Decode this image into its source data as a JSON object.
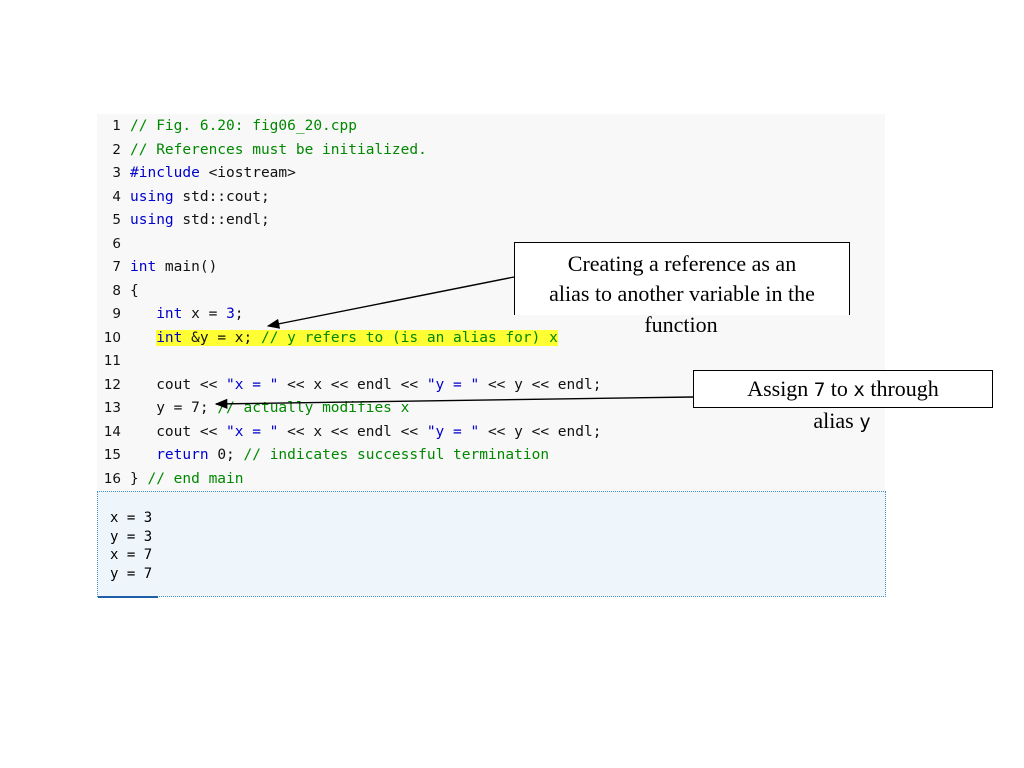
{
  "code": {
    "lines": [
      {
        "num": "1",
        "segments": [
          {
            "text": "// Fig. 6.20: fig06_20.cpp",
            "cls": "cm"
          }
        ]
      },
      {
        "num": "2",
        "segments": [
          {
            "text": "// References must be initialized.",
            "cls": "cm"
          }
        ]
      },
      {
        "num": "3",
        "segments": [
          {
            "text": "#include",
            "cls": "kw"
          },
          {
            "text": " <iostream>",
            "cls": ""
          }
        ]
      },
      {
        "num": "4",
        "segments": [
          {
            "text": "using",
            "cls": "kw"
          },
          {
            "text": " std::cout;",
            "cls": ""
          }
        ]
      },
      {
        "num": "5",
        "segments": [
          {
            "text": "using",
            "cls": "kw"
          },
          {
            "text": " std::endl;",
            "cls": ""
          }
        ]
      },
      {
        "num": "6",
        "segments": []
      },
      {
        "num": "7",
        "segments": [
          {
            "text": "int",
            "cls": "kw"
          },
          {
            "text": " main()",
            "cls": ""
          }
        ]
      },
      {
        "num": "8",
        "segments": [
          {
            "text": "{",
            "cls": ""
          }
        ]
      },
      {
        "num": "9",
        "segments": [
          {
            "text": "   ",
            "cls": ""
          },
          {
            "text": "int",
            "cls": "kw"
          },
          {
            "text": " x = ",
            "cls": ""
          },
          {
            "text": "3",
            "cls": "num"
          },
          {
            "text": ";",
            "cls": ""
          }
        ]
      },
      {
        "num": "10",
        "segments": [
          {
            "text": "   ",
            "cls": ""
          },
          {
            "text": "int",
            "cls": "kw hl"
          },
          {
            "text": " &y = x; ",
            "cls": "hl"
          },
          {
            "text": "// y refers to (is an alias for) x",
            "cls": "cm hl"
          }
        ]
      },
      {
        "num": "11",
        "segments": []
      },
      {
        "num": "12",
        "segments": [
          {
            "text": "   cout << ",
            "cls": ""
          },
          {
            "text": "\"x = \"",
            "cls": "st"
          },
          {
            "text": " << x << endl << ",
            "cls": ""
          },
          {
            "text": "\"y = \"",
            "cls": "st"
          },
          {
            "text": " << y << endl;",
            "cls": ""
          }
        ]
      },
      {
        "num": "13",
        "segments": [
          {
            "text": "   y = 7; ",
            "cls": ""
          },
          {
            "text": "// actually modifies x",
            "cls": "cm"
          }
        ]
      },
      {
        "num": "14",
        "segments": [
          {
            "text": "   cout << ",
            "cls": ""
          },
          {
            "text": "\"x = \"",
            "cls": "st"
          },
          {
            "text": " << x << endl << ",
            "cls": ""
          },
          {
            "text": "\"y = \"",
            "cls": "st"
          },
          {
            "text": " << y << endl;",
            "cls": ""
          }
        ]
      },
      {
        "num": "15",
        "segments": [
          {
            "text": "   ",
            "cls": ""
          },
          {
            "text": "return",
            "cls": "kw"
          },
          {
            "text": " 0; ",
            "cls": ""
          },
          {
            "text": "// indicates successful termination",
            "cls": "cm"
          }
        ]
      },
      {
        "num": "16",
        "segments": [
          {
            "text": "} ",
            "cls": ""
          },
          {
            "text": "// end main",
            "cls": "cm"
          }
        ]
      }
    ]
  },
  "output": {
    "lines": [
      "x = 3",
      "y = 3",
      "x = 7",
      "y = 7"
    ]
  },
  "callouts": {
    "reference": {
      "lines": [
        "Creating a reference as an",
        "alias to another variable in the",
        "function"
      ]
    },
    "assign": {
      "line1_pre": "Assign ",
      "line1_code1": "7",
      "line1_mid": " to ",
      "line1_code2": "x",
      "line1_post": " through",
      "line2_pre": "alias ",
      "line2_code": "y"
    }
  }
}
